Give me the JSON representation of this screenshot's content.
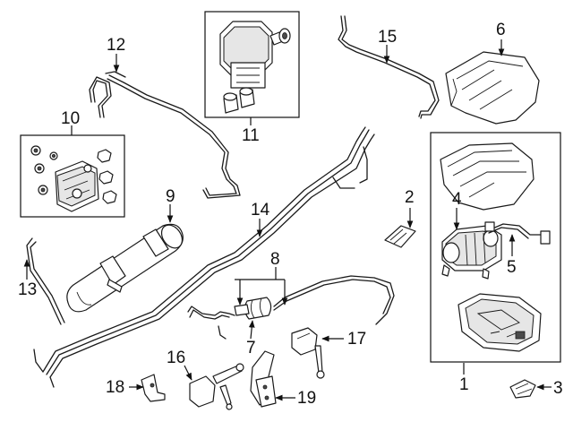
{
  "callouts": {
    "c1": "1",
    "c2": "2",
    "c3": "3",
    "c4": "4",
    "c5": "5",
    "c6": "6",
    "c7": "7",
    "c8": "8",
    "c9": "9",
    "c10": "10",
    "c11": "11",
    "c12": "12",
    "c13": "13",
    "c14": "14",
    "c15": "15",
    "c16": "16",
    "c17": "17",
    "c18": "18",
    "c19": "19"
  },
  "colors": {
    "line": "#1a1a1a",
    "background": "#ffffff",
    "shade": "#e6e6e6"
  }
}
